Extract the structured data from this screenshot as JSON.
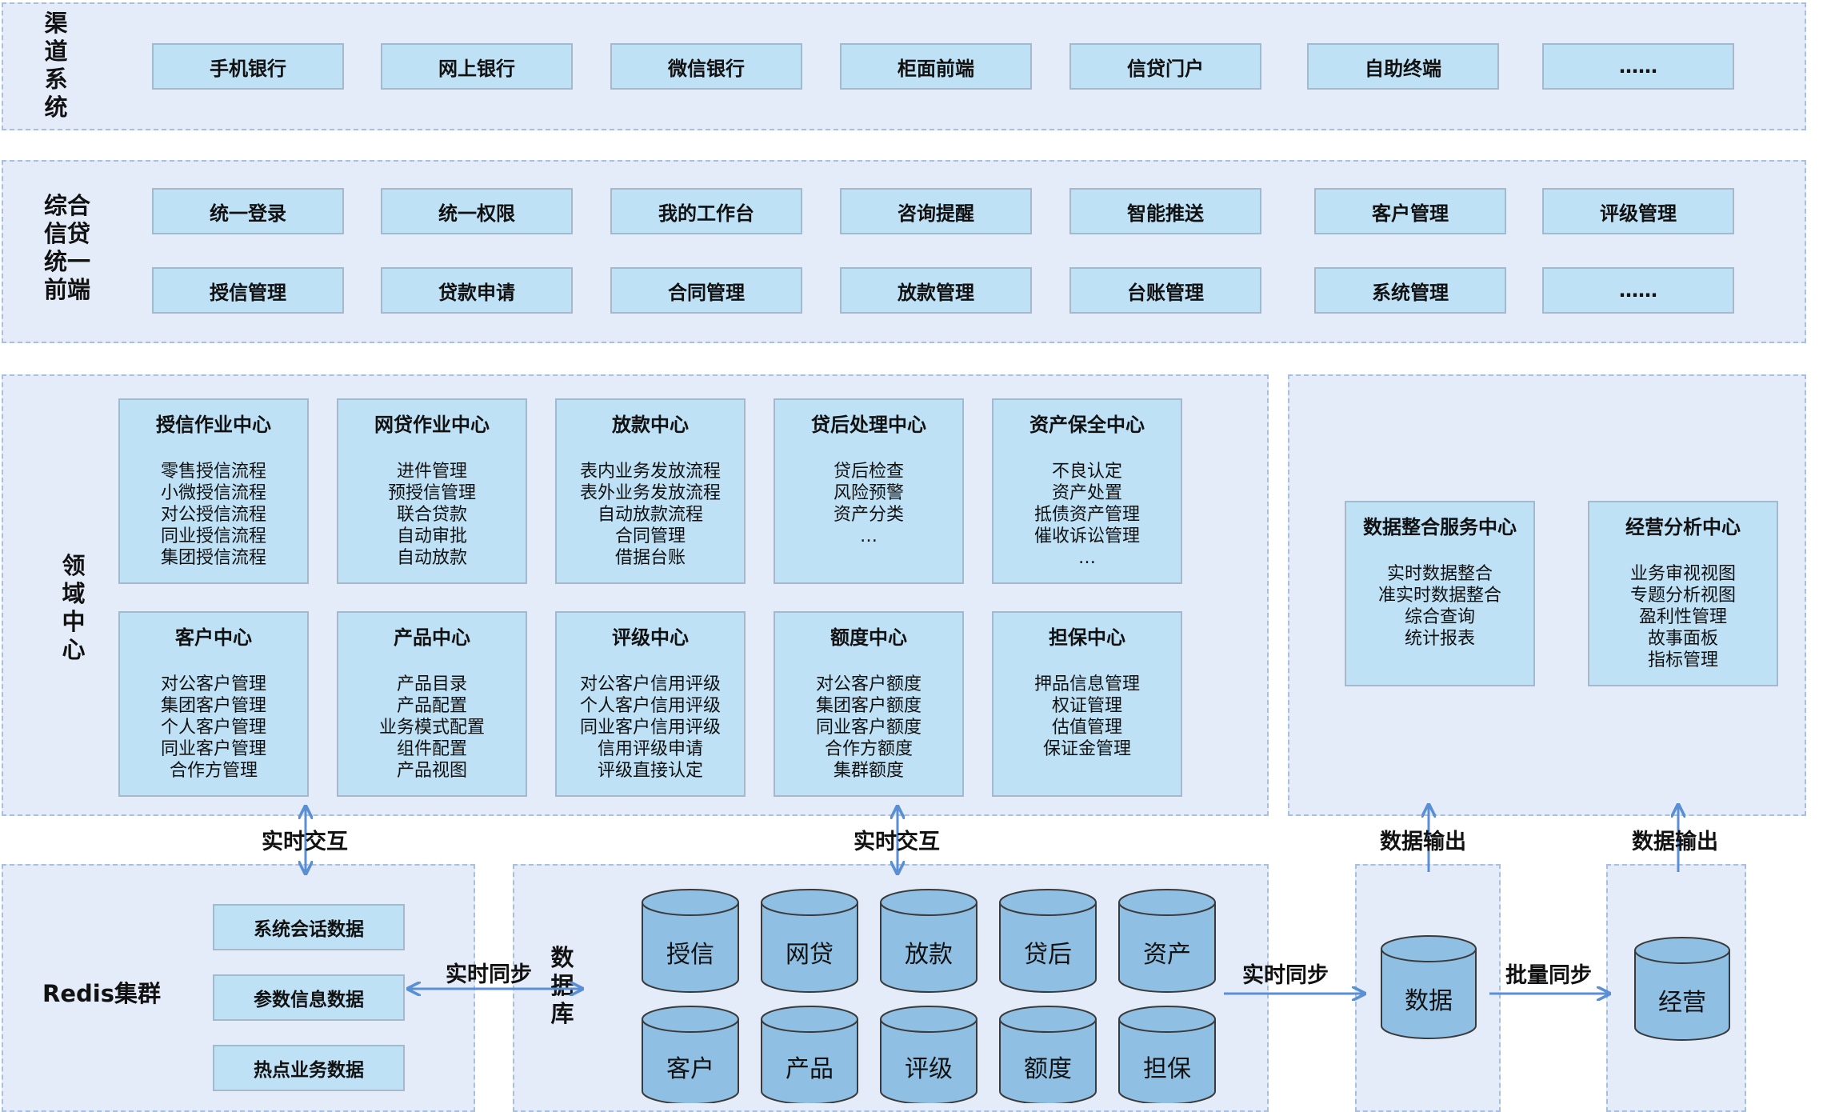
{
  "channel": {
    "label": "渠道系统",
    "items": [
      "手机银行",
      "网上银行",
      "微信银行",
      "柜面前端",
      "信贷门户",
      "自助终端",
      "……"
    ]
  },
  "frontend": {
    "label": "综合信贷统一前端",
    "row1": [
      "统一登录",
      "统一权限",
      "我的工作台",
      "咨询提醒",
      "智能推送",
      "客户管理",
      "评级管理"
    ],
    "row2": [
      "授信管理",
      "贷款申请",
      "合同管理",
      "放款管理",
      "台账管理",
      "系统管理",
      "……"
    ]
  },
  "domain": {
    "label": "领域中心",
    "cards": [
      {
        "title": "授信作业中心",
        "items": [
          "零售授信流程",
          "小微授信流程",
          "对公授信流程",
          "同业授信流程",
          "集团授信流程"
        ]
      },
      {
        "title": "网贷作业中心",
        "items": [
          "进件管理",
          "预授信管理",
          "联合贷款",
          "自动审批",
          "自动放款"
        ]
      },
      {
        "title": "放款中心",
        "items": [
          "表内业务发放流程",
          "表外业务发放流程",
          "自动放款流程",
          "合同管理",
          "借据台账"
        ]
      },
      {
        "title": "贷后处理中心",
        "items": [
          "贷后检查",
          "风险预警",
          "资产分类",
          "…"
        ]
      },
      {
        "title": "资产保全中心",
        "items": [
          "不良认定",
          "资产处置",
          "抵债资产管理",
          "催收诉讼管理",
          "…"
        ]
      },
      {
        "title": "客户中心",
        "items": [
          "对公客户管理",
          "集团客户管理",
          "个人客户管理",
          "同业客户管理",
          "合作方管理"
        ]
      },
      {
        "title": "产品中心",
        "items": [
          "产品目录",
          "产品配置",
          "业务模式配置",
          "组件配置",
          "产品视图"
        ]
      },
      {
        "title": "评级中心",
        "items": [
          "对公客户信用评级",
          "个人客户信用评级",
          "同业客户信用评级",
          "信用评级申请",
          "评级直接认定"
        ]
      },
      {
        "title": "额度中心",
        "items": [
          "对公客户额度",
          "集团客户额度",
          "同业客户额度",
          "合作方额度",
          "集群额度"
        ]
      },
      {
        "title": "担保中心",
        "items": [
          "押品信息管理",
          "权证管理",
          "估值管理",
          "保证金管理"
        ]
      }
    ]
  },
  "analytics": {
    "cards": [
      {
        "title": "数据整合服务中心",
        "items": [
          "实时数据整合",
          "准实时数据整合",
          "综合查询",
          "统计报表"
        ]
      },
      {
        "title": "经营分析中心",
        "items": [
          "业务审视视图",
          "专题分析视图",
          "盈利性管理",
          "故事面板",
          "指标管理"
        ]
      }
    ]
  },
  "redis": {
    "label": "Redis集群",
    "items": [
      "系统会话数据",
      "参数信息数据",
      "热点业务数据"
    ]
  },
  "database": {
    "label": "数据库",
    "row1": [
      "授信",
      "网贷",
      "放款",
      "贷后",
      "资产"
    ],
    "row2": [
      "客户",
      "产品",
      "评级",
      "额度",
      "担保"
    ]
  },
  "warehouse": {
    "data_label": "数据",
    "biz_label": "经营"
  },
  "connectors": {
    "realtime_interact_1": "实时交互",
    "realtime_interact_2": "实时交互",
    "realtime_sync_1": "实时同步",
    "realtime_sync_2": "实时同步",
    "batch_sync": "批量同步",
    "data_output_1": "数据输出",
    "data_output_2": "数据输出"
  },
  "colors": {
    "panel": "#e4ecf9",
    "box": "#bfe1f6",
    "cylinder": "#8fbfe3",
    "arrow": "#5b8fd4"
  }
}
